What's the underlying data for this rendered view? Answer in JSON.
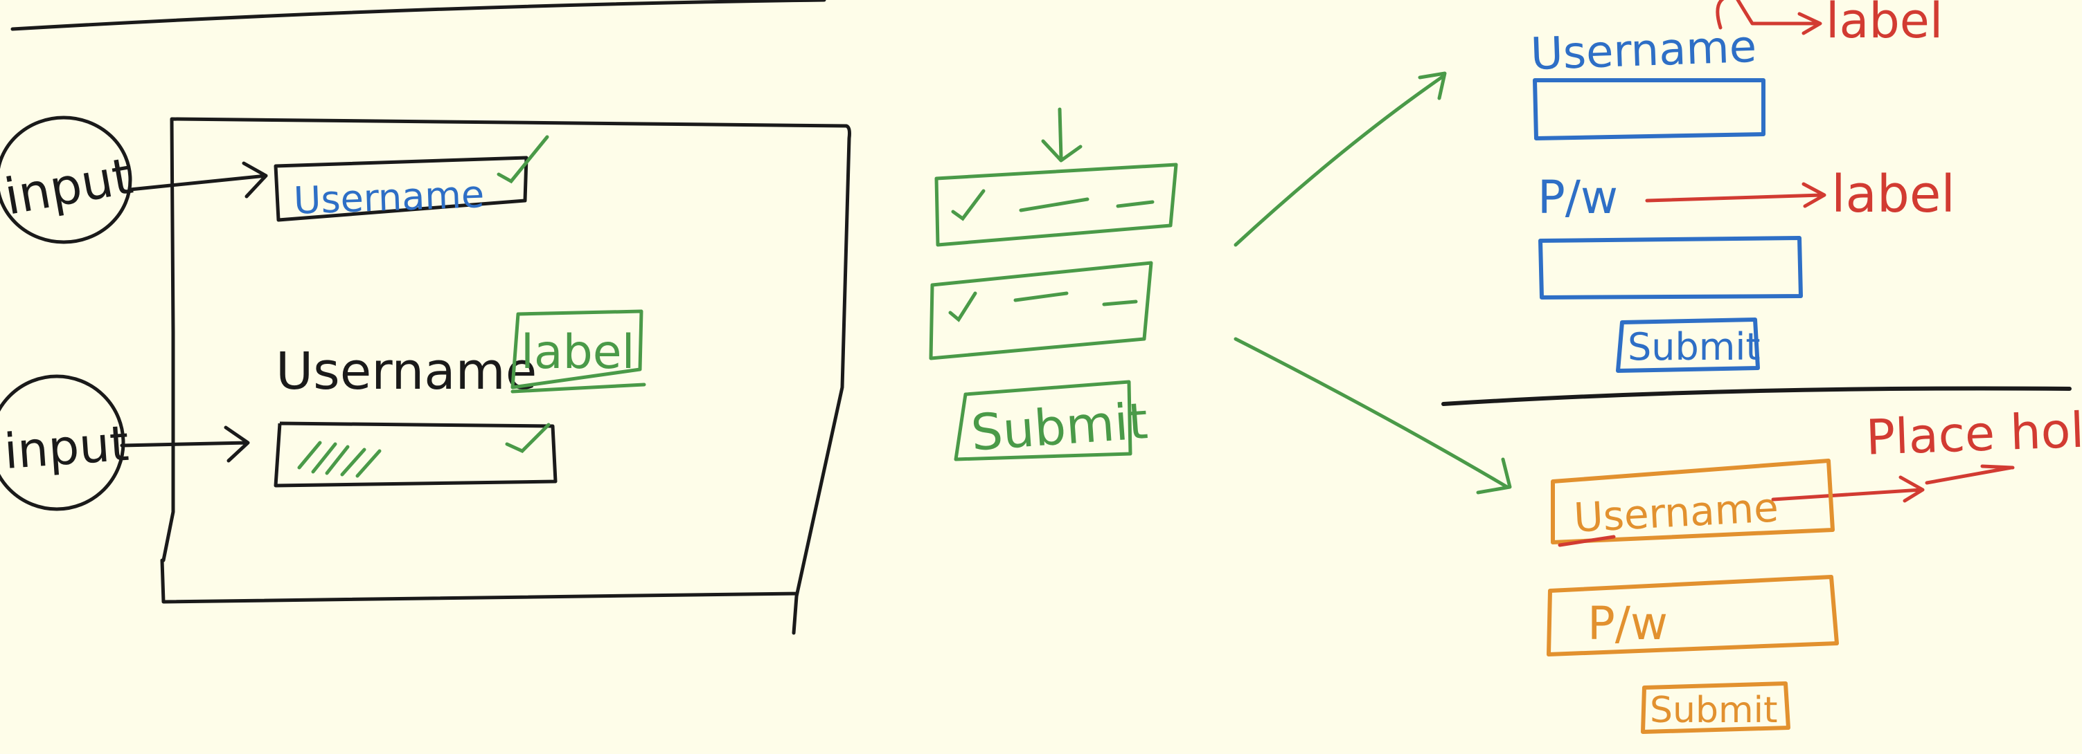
{
  "colors": {
    "background": "#FEFDE9",
    "ink": "#1A1A1A",
    "blue": "#2E6FC6",
    "green": "#4A9A48",
    "red": "#D23B32",
    "orange": "#E2912F"
  },
  "left": {
    "input_top": "input",
    "input_bottom": "input",
    "field_top_text": "Username",
    "field_bottom_label": "Username",
    "label_tag": "label"
  },
  "middle": {
    "submit": "Submit"
  },
  "right_top": {
    "username_label": "Username",
    "password_label": "P/w",
    "submit": "Submit",
    "note_label_1": "label",
    "note_label_2": "label"
  },
  "right_bottom": {
    "username_placeholder": "Username",
    "password_placeholder": "P/w",
    "submit": "Submit",
    "note_placeholder": "Place holder"
  }
}
